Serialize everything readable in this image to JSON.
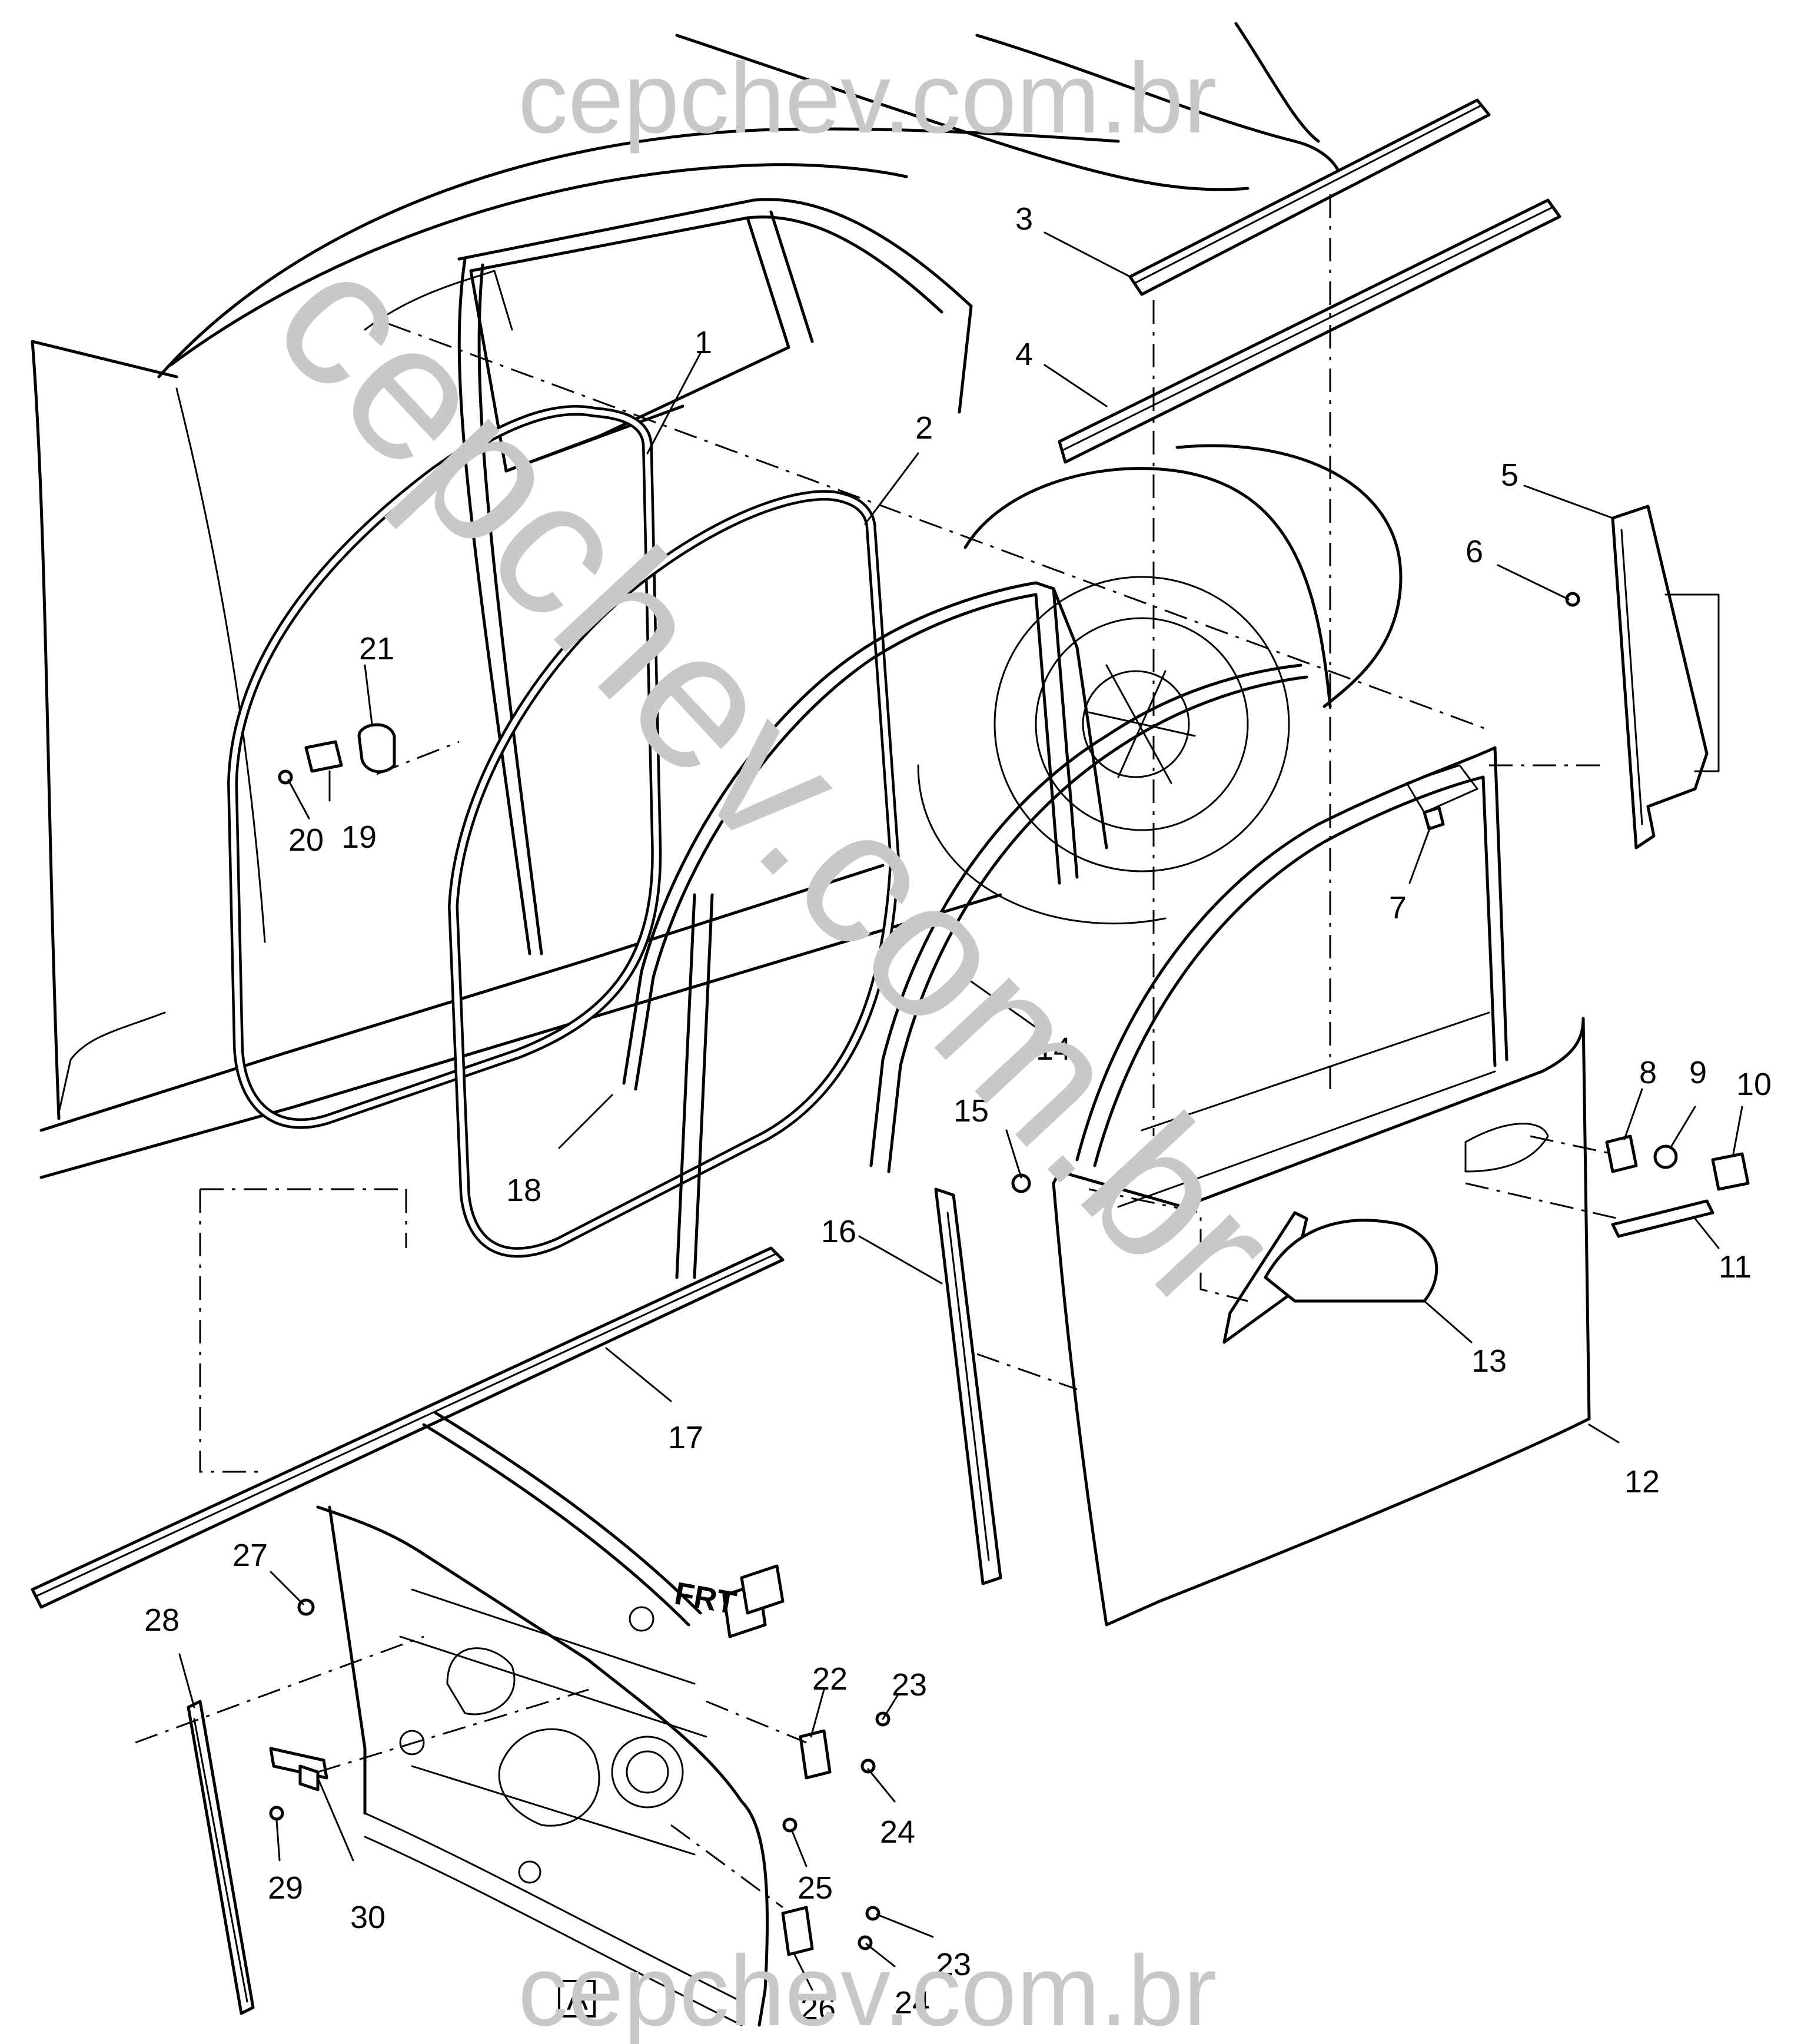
{
  "watermark": {
    "top": "cepchev.com.br",
    "bottom": "cepchev.com.br",
    "diagonal": "cepchev.com.br"
  },
  "view_label": "A",
  "direction_arrow": "FRT",
  "callouts": [
    "1",
    "2",
    "3",
    "4",
    "5",
    "6",
    "7",
    "8",
    "9",
    "10",
    "11",
    "12",
    "13",
    "14",
    "15",
    "16",
    "17",
    "18",
    "19",
    "20",
    "21",
    "22",
    "23",
    "24",
    "25",
    "26",
    "27",
    "28",
    "29",
    "30",
    "23",
    "24"
  ],
  "colors": {
    "ink": "#000000",
    "watermark": "#c8c8c8",
    "background": "#ffffff"
  }
}
